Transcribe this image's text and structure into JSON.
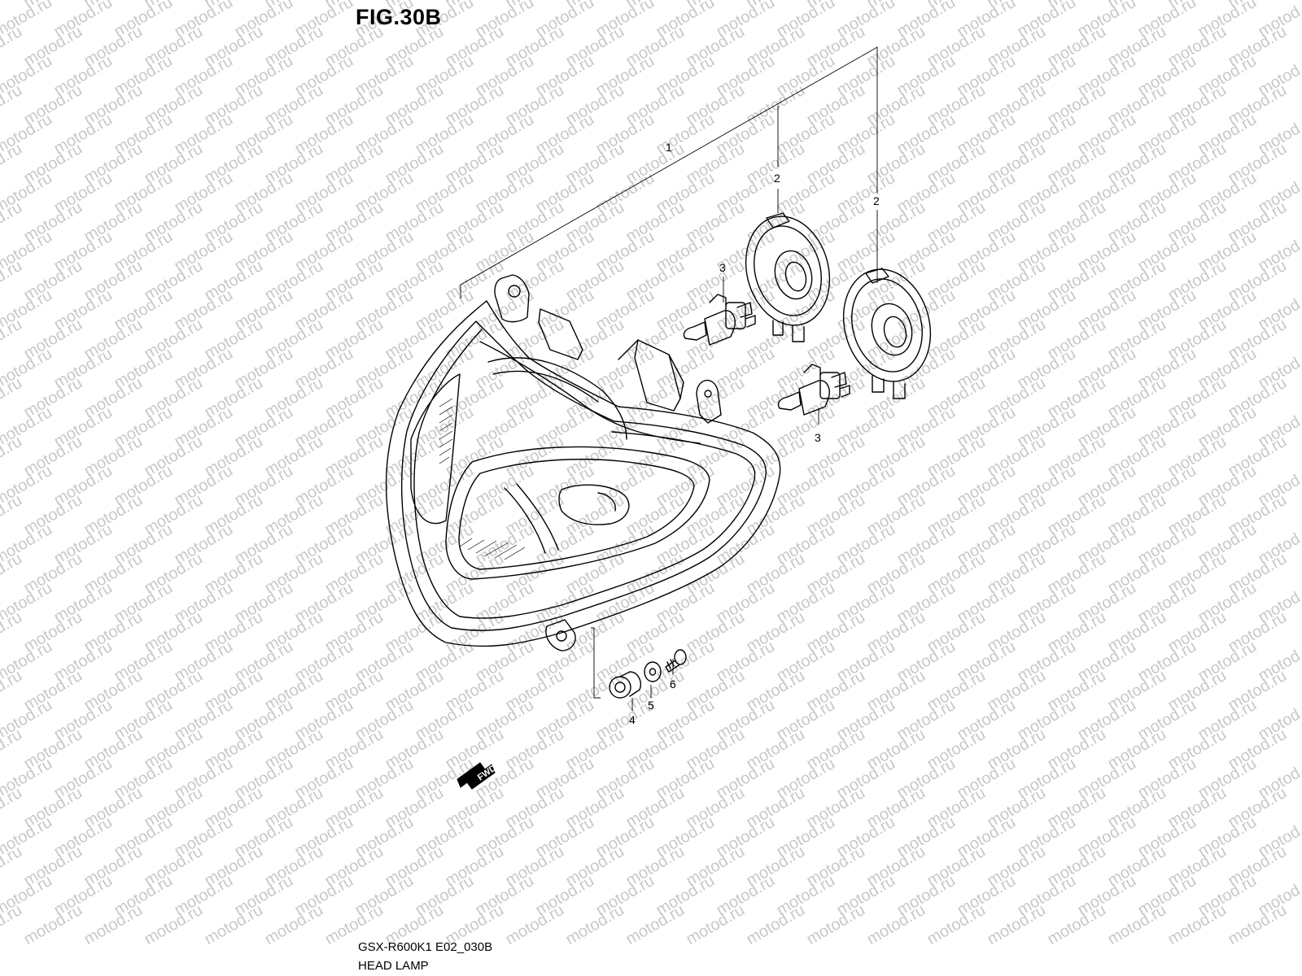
{
  "figure": {
    "title": "FIG.30B",
    "model_code": "GSX-R600K1 E02_030B",
    "name": "HEAD LAMP",
    "watermark": "motod.ru",
    "fwd_label": "FWD"
  },
  "callouts": [
    {
      "id": "c1",
      "label": "1"
    },
    {
      "id": "c2a",
      "label": "2"
    },
    {
      "id": "c2b",
      "label": "2"
    },
    {
      "id": "c3a",
      "label": "3"
    },
    {
      "id": "c3b",
      "label": "3"
    },
    {
      "id": "c4",
      "label": "4"
    },
    {
      "id": "c5",
      "label": "5"
    },
    {
      "id": "c6",
      "label": "6"
    }
  ],
  "colors": {
    "line": "#000000",
    "watermark": "#c8c8c8",
    "background": "#ffffff"
  }
}
